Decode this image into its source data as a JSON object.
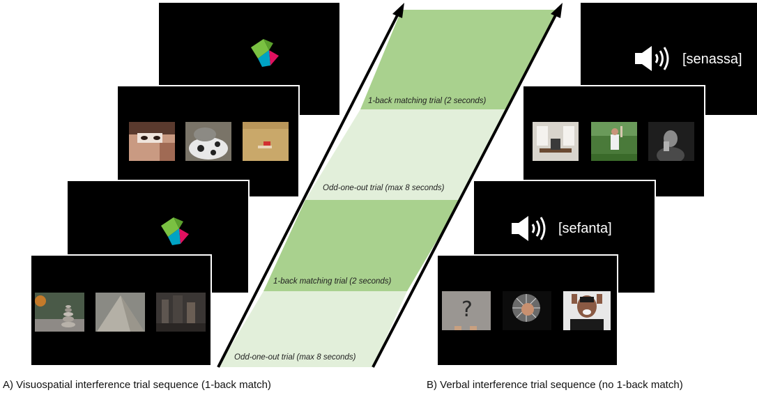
{
  "timeline": {
    "bands": [
      {
        "label": "1-back matching trial (2 seconds)",
        "kind": "matching",
        "color": "#a9d18e"
      },
      {
        "label": "Odd-one-out trial (max 8 seconds)",
        "kind": "odd-one-out",
        "color": "#e2efda"
      },
      {
        "label": "1-back matching trial (2 seconds)",
        "kind": "matching",
        "color": "#a9d18e"
      },
      {
        "label": "Odd-one-out trial (max 8 seconds)",
        "kind": "odd-one-out",
        "color": "#e2efda"
      }
    ]
  },
  "panel_a": {
    "caption": "A) Visuospatial interference trial sequence (1-back match)",
    "screens": [
      {
        "stimulus": "polygon-shape",
        "colors": [
          "#7ac142",
          "#00a3c4",
          "#e0115f"
        ]
      },
      {
        "stimulus": "image-triplet",
        "images": [
          "eyes-photo",
          "cat-photo",
          "field-photo"
        ]
      },
      {
        "stimulus": "polygon-shape",
        "colors": [
          "#7ac142",
          "#00a3c4",
          "#e0115f"
        ]
      },
      {
        "stimulus": "image-triplet",
        "images": [
          "stone-stack-photo",
          "pyramid-photo",
          "ruins-photo"
        ]
      }
    ]
  },
  "panel_b": {
    "caption": "B) Verbal interference trial sequence (no 1-back match)",
    "screens": [
      {
        "stimulus": "speaker-word",
        "word": "[senassa]"
      },
      {
        "stimulus": "image-triplet",
        "images": [
          "room-photo",
          "tennis-photo",
          "person-bw-photo"
        ]
      },
      {
        "stimulus": "speaker-word",
        "word": "[sefanta]"
      },
      {
        "stimulus": "image-triplet",
        "images": [
          "question-mark-photo",
          "broken-glass-photo",
          "screaming-photo"
        ]
      }
    ]
  },
  "colors": {
    "screen": "#000000",
    "arrow": "#000000",
    "text": "#111111"
  }
}
